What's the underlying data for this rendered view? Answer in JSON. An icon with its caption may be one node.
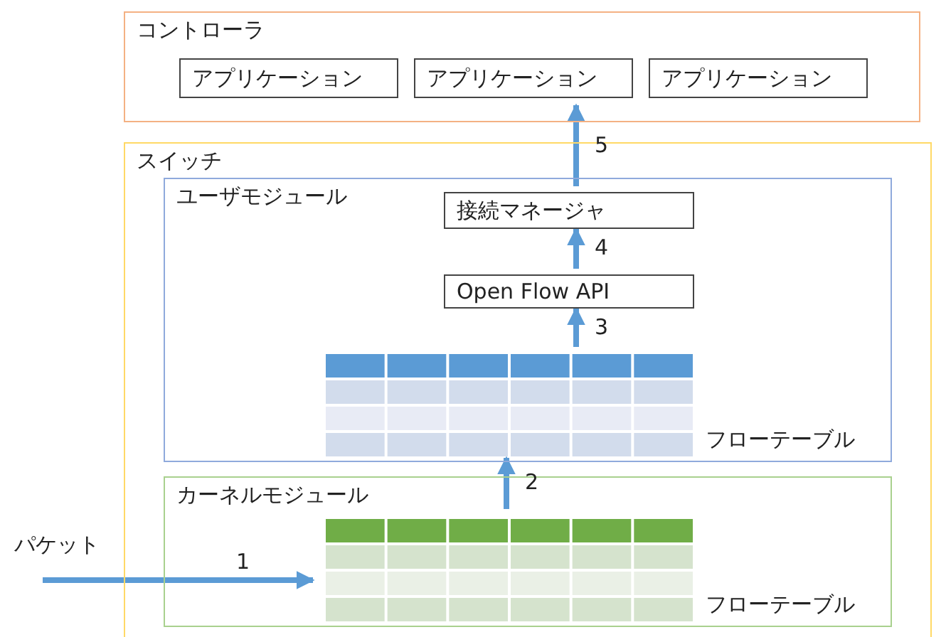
{
  "diagram": {
    "nodes": [
      {
        "text": [
          "コントローラ"
        ]
      },
      {
        "text": [
          "アプリケーション"
        ],
        "in": 0
      },
      {
        "text": [
          "アプリケーション"
        ],
        "in": 0
      },
      {
        "text": [
          "アプリケーション"
        ],
        "in": 0
      },
      {
        "text": [
          "スイッチ"
        ]
      },
      {
        "text": [
          "ユーザモジュール"
        ],
        "in": 4
      },
      {
        "text": [
          "接続マネージャ"
        ],
        "in": 5
      },
      {
        "text": [
          "Open Flow API"
        ],
        "in": 5
      },
      {
        "text": [],
        "shape": "table",
        "in": 5,
        "beside": [
          "フローテーブル"
        ]
      },
      {
        "text": [
          "カーネルモジュール"
        ],
        "in": 4
      },
      {
        "text": [],
        "shape": "table",
        "in": 9,
        "beside": [
          "フローテーブル"
        ]
      },
      {
        "text": [
          "パケット"
        ]
      }
    ],
    "edges": [
      {
        "from": 11,
        "to": 10,
        "arrow": "to",
        "label": "1"
      },
      {
        "from": 10,
        "to": 8,
        "arrow": "to",
        "label": "2"
      },
      {
        "from": 8,
        "to": 7,
        "arrow": "to",
        "label": "3"
      },
      {
        "from": 7,
        "to": 6,
        "arrow": "to",
        "label": "4"
      },
      {
        "from": 6,
        "to": 0,
        "arrow": "to",
        "label": "5"
      }
    ]
  }
}
